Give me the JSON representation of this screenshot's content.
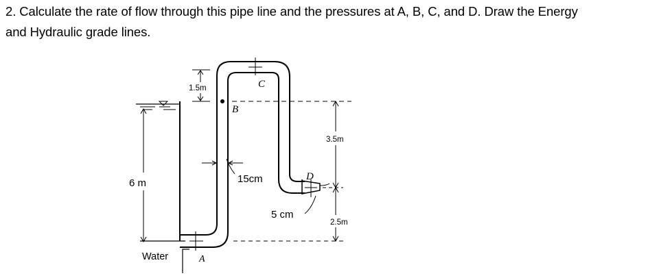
{
  "question": {
    "line1": "2. Calculate the rate of flow through this pipe line and the pressures at A, B, C, and D. Draw the Energy",
    "line2": "and Hydraulic grade lines."
  },
  "figure": {
    "points": {
      "A": "A",
      "B": "B",
      "C": "C",
      "D": "D"
    },
    "dimensions": {
      "top": "1.5m",
      "reservoir_depth": "6 m",
      "upper": "3.5m",
      "lower": "2.5m",
      "pipe_diameter": "15cm",
      "nozzle_diameter": "5 cm"
    },
    "reservoir_label": "Water"
  }
}
